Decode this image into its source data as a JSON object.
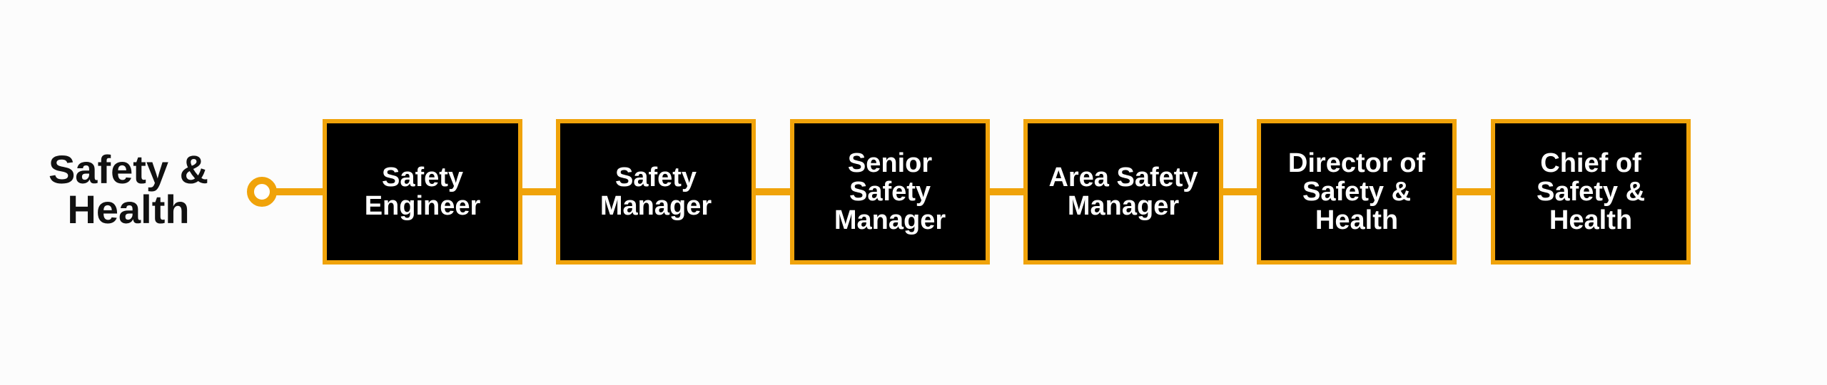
{
  "track": {
    "title": "Safety & Health"
  },
  "colors": {
    "accent": "#f0a30a",
    "box_fill": "#000000",
    "box_text": "#ffffff",
    "title_text": "#111111",
    "background": "#fcfcfc"
  },
  "roles": [
    {
      "label": "Safety Engineer"
    },
    {
      "label": "Safety Manager"
    },
    {
      "label": "Senior Safety Manager"
    },
    {
      "label": "Area Safety Manager"
    },
    {
      "label": "Director of Safety & Health"
    },
    {
      "label": "Chief of Safety & Health"
    }
  ]
}
